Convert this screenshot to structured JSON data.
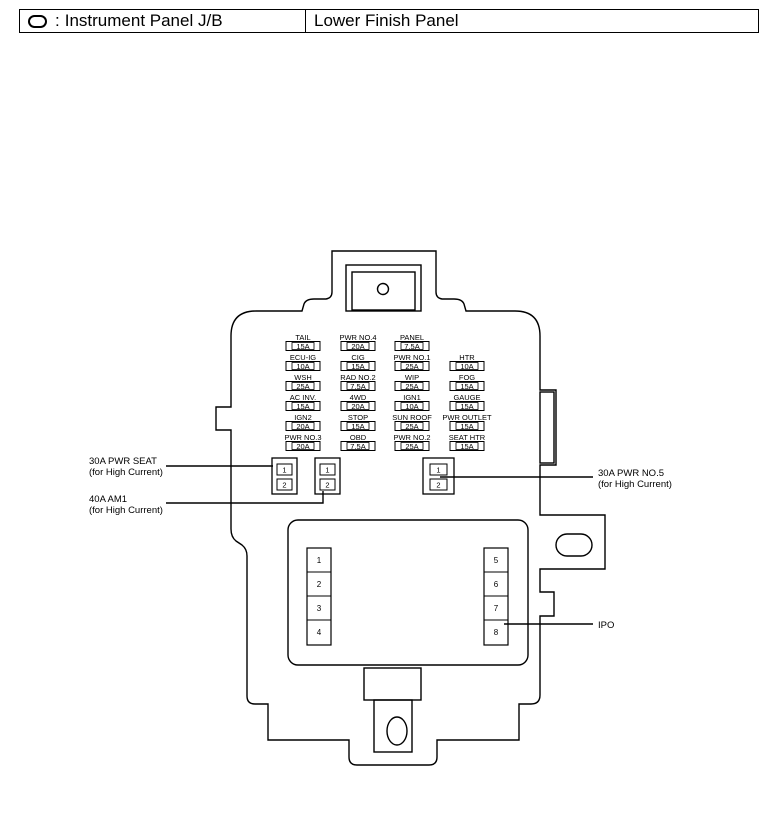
{
  "header": {
    "icon": "oval-icon",
    "colon": ":",
    "left_label": "Instrument Panel J/B",
    "right_label": "Lower Finish Panel"
  },
  "fuses": [
    {
      "name": "TAIL",
      "amp": "15A"
    },
    {
      "name": "PWR NO.4",
      "amp": "20A"
    },
    {
      "name": "PANEL",
      "amp": "7.5A"
    },
    {
      "name": "ECU-IG",
      "amp": "10A"
    },
    {
      "name": "CIG",
      "amp": "15A"
    },
    {
      "name": "PWR NO.1",
      "amp": "25A"
    },
    {
      "name": "HTR",
      "amp": "10A"
    },
    {
      "name": "WSH",
      "amp": "25A"
    },
    {
      "name": "RAD NO.2",
      "amp": "7.5A"
    },
    {
      "name": "WIP",
      "amp": "25A"
    },
    {
      "name": "FOG",
      "amp": "15A"
    },
    {
      "name": "AC INV.",
      "amp": "15A"
    },
    {
      "name": "4WD",
      "amp": "20A"
    },
    {
      "name": "IGN1",
      "amp": "10A"
    },
    {
      "name": "GAUGE",
      "amp": "15A"
    },
    {
      "name": "IGN2",
      "amp": "20A"
    },
    {
      "name": "STOP",
      "amp": "15A"
    },
    {
      "name": "SUN ROOF",
      "amp": "25A"
    },
    {
      "name": "PWR OUTLET",
      "amp": "15A"
    },
    {
      "name": "PWR NO.3",
      "amp": "20A"
    },
    {
      "name": "OBD",
      "amp": "7.5A"
    },
    {
      "name": "PWR NO.2",
      "amp": "25A"
    },
    {
      "name": "SEAT HTR",
      "amp": "15A"
    }
  ],
  "relays": {
    "pins": [
      "1",
      "2"
    ],
    "pwr_seat": {
      "line1": "30A PWR SEAT",
      "line2": "(for High Current)"
    },
    "am1": {
      "line1": "40A AM1",
      "line2": "(for High Current)"
    },
    "pwr_no5": {
      "line1": "30A PWR NO.5",
      "line2": "(for High Current)"
    }
  },
  "connector": {
    "left_pins": [
      "1",
      "2",
      "3",
      "4"
    ],
    "right_pins": [
      "5",
      "6",
      "7",
      "8"
    ],
    "label": "IPO"
  }
}
